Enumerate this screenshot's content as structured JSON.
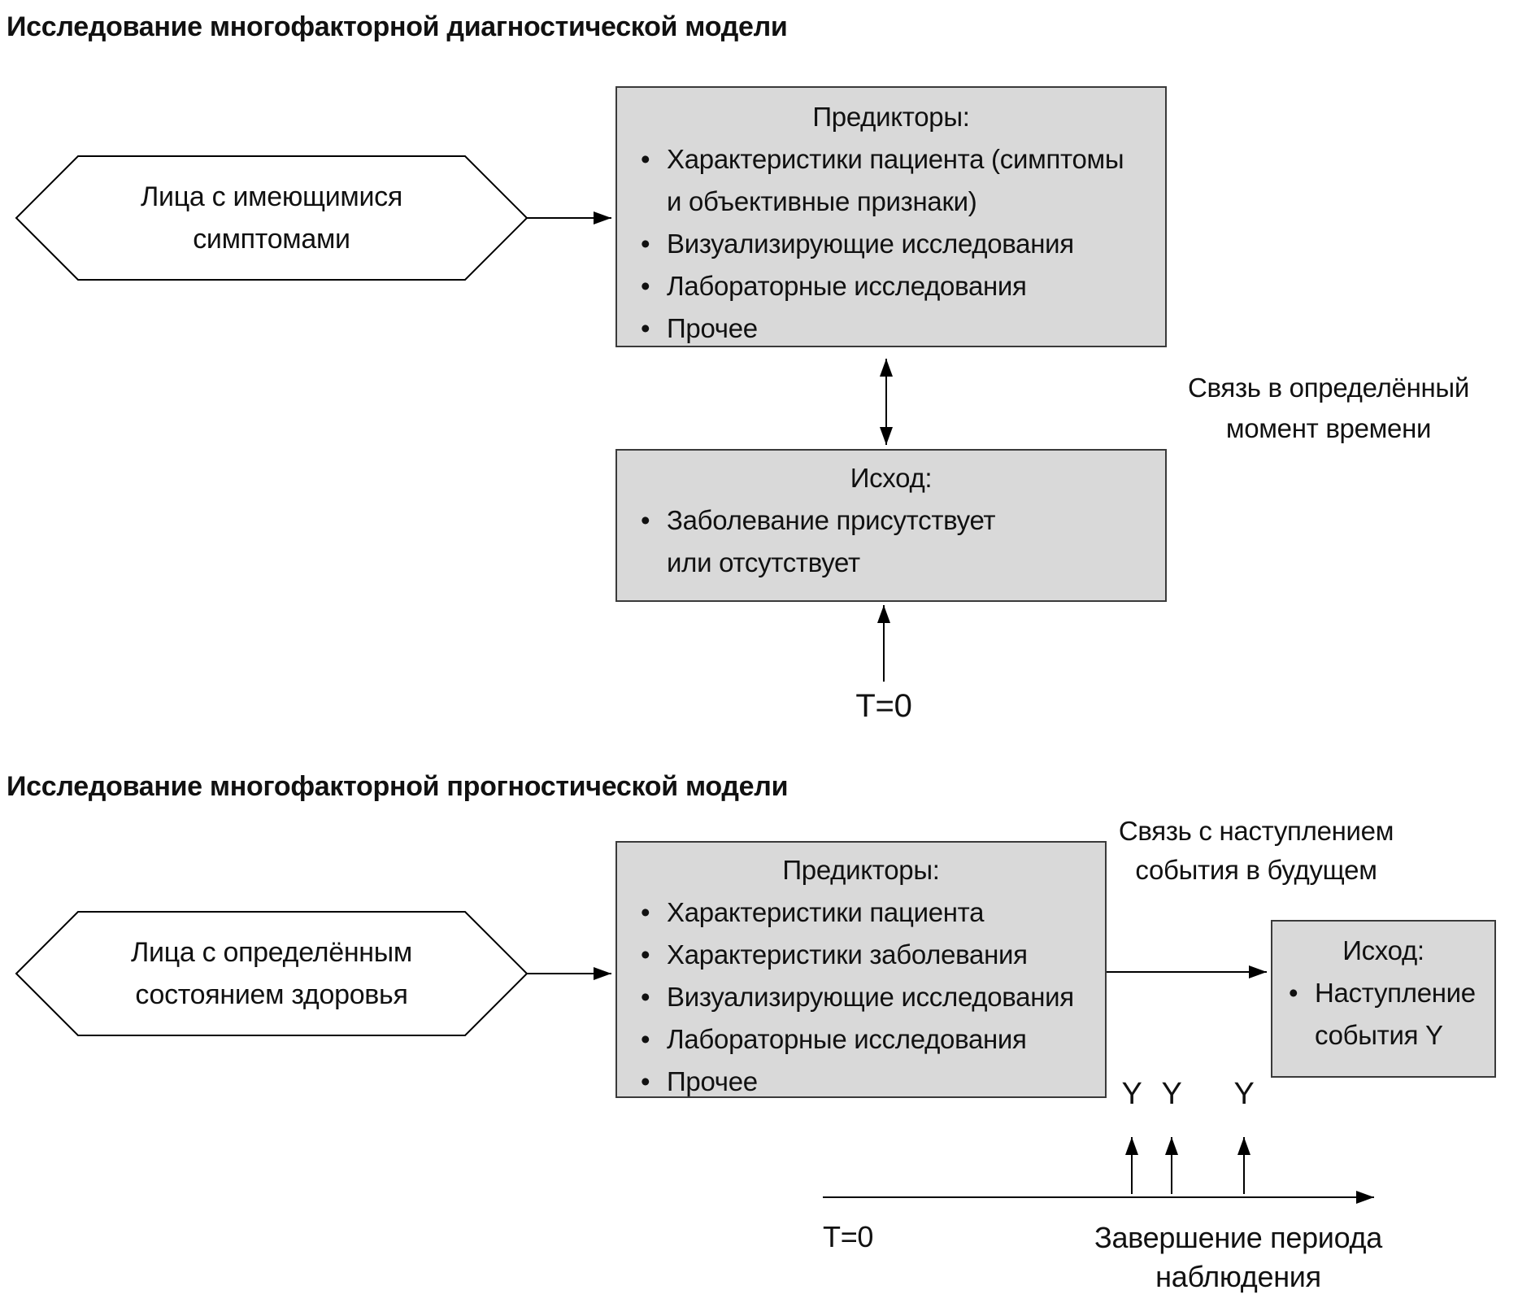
{
  "colors": {
    "box_fill": "#d9d9d9",
    "box_border": "#3a3a3a",
    "line": "#000000",
    "text": "#111111"
  },
  "sections": [
    {
      "title": "Исследование многофакторной диагностической модели",
      "population": "Лица с имеющимися\nсимптомами",
      "predictors": {
        "title": "Предикторы:",
        "items": [
          "Характеристики пациента (симптомы\nи объективные признаки)",
          "Визуализирующие исследования",
          "Лабораторные исследования",
          "Прочее"
        ]
      },
      "outcome": {
        "title": "Исход:",
        "items": [
          "Заболевание присутствует\nили отсутствует"
        ]
      },
      "link_label": "Связь в определённый\nмомент времени",
      "time_label": "T=0"
    },
    {
      "title": "Исследование многофакторной прогностической модели",
      "population": "Лица с определённым\nсостоянием здоровья",
      "predictors": {
        "title": "Предикторы:",
        "items": [
          "Характеристики пациента",
          "Характеристики заболевания",
          "Визуализирующие исследования",
          "Лабораторные исследования",
          "Прочее"
        ]
      },
      "outcome": {
        "title": "Исход:",
        "items": [
          "Наступление\nсобытия Y"
        ]
      },
      "link_label": "Связь с наступлением\nсобытия в будущем",
      "time_label": "T=0",
      "event_markers": [
        "Y",
        "Y",
        "Y"
      ],
      "timeline_end_label": "Завершение периода\nнаблюдения"
    }
  ]
}
